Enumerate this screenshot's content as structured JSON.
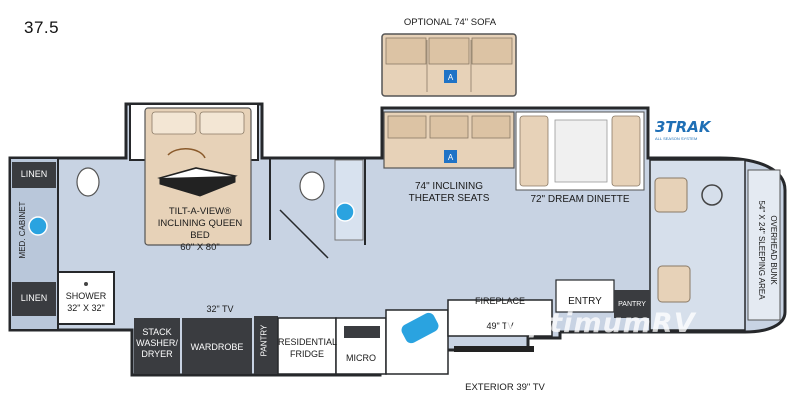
{
  "model": "37.5",
  "colors": {
    "floor": "#c8d3e3",
    "wall": "#26282b",
    "cabinet": "#3a3c40",
    "upholstery": "#e7d2b8",
    "accent_blue": "#2aa3e0",
    "badge_blue": "#1f73c6",
    "watermark": "#ffffff"
  },
  "labels": {
    "optional_sofa": "OPTIONAL 74\" SOFA",
    "sofa_badge": "A",
    "theater_badge": "A",
    "theater_seats_l1": "74\" INCLINING",
    "theater_seats_l2": "THEATER SEATS",
    "dinette": "72\" DREAM DINETTE",
    "bed_l1": "TILT-A-VIEW®",
    "bed_l2": "INCLINING QUEEN BED",
    "bed_l3": "60\" X 80\"",
    "linen_top": "LINEN",
    "linen_bottom": "LINEN",
    "med_cabinet": "MED. CABINET",
    "shower_l1": "SHOWER",
    "shower_l2": "32\" X 32\"",
    "tv_32": "32\" TV",
    "stack_l1": "STACK",
    "stack_l2": "WASHER/",
    "stack_l3": "DRYER",
    "wardrobe": "WARDROBE",
    "pantry_left": "PANTRY",
    "fridge_l1": "RESIDENTIAL",
    "fridge_l2": "FRIDGE",
    "micro": "MICRO",
    "fireplace": "FIREPLACE",
    "tv_49": "49\" TV",
    "entry": "ENTRY",
    "pantry_right": "PANTRY",
    "exterior_tv": "EXTERIOR 39\" TV",
    "overhead_l1": "OVERHEAD BUNK",
    "overhead_l2": "54\" X 24\" SLEEPING AREA",
    "brand_logo": "3TRAK",
    "brand_sub": "ALL SEASON SYSTEM",
    "watermark": "OptimumRV"
  }
}
